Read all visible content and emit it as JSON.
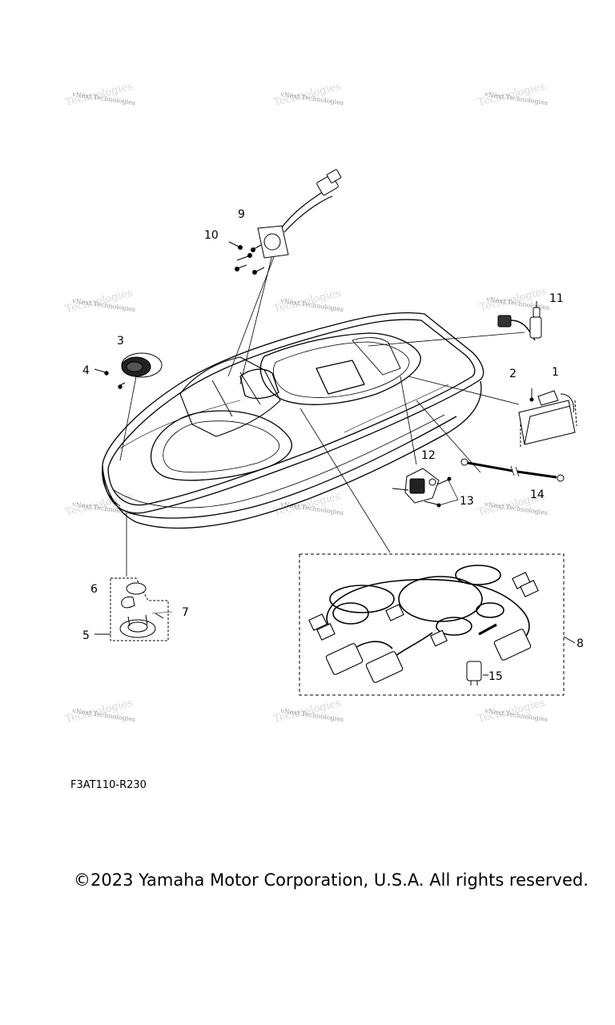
{
  "watermark": {
    "line1": "vNext Technologies",
    "line2": "Technologies"
  },
  "callouts": {
    "p1": "1",
    "p2": "2",
    "p3": "3",
    "p4": "4",
    "p5": "5",
    "p6": "6",
    "p7": "7",
    "p8": "8",
    "p9": "9",
    "p10": "10",
    "p11": "11",
    "p12": "12",
    "p13": "13",
    "p14": "14",
    "p15": "15"
  },
  "diagram_code": "F3AT110-R230",
  "copyright": "©2023 Yamaha Motor Corporation, U.S.A. All rights reserved."
}
